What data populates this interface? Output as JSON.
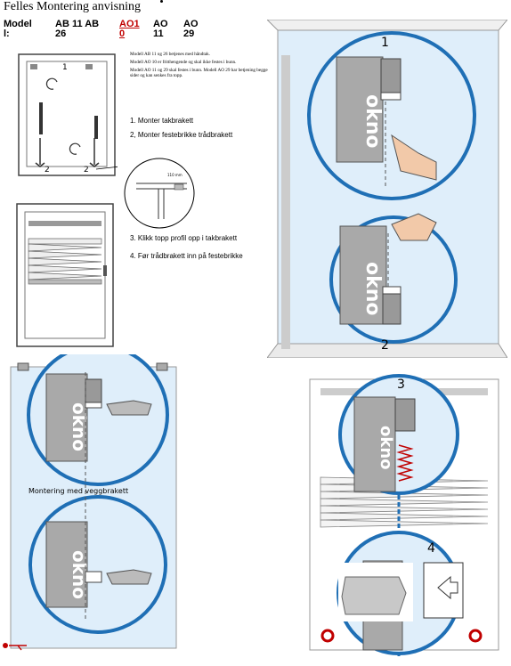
{
  "title": "Felles Montering anvisning",
  "models": {
    "label_line1": "Model",
    "label_line2": "l:",
    "ab_top": "AB 11 AB",
    "ab_bottom": "26",
    "ao1_top": "AO1",
    "ao1_bottom": "0",
    "ao11_top": "AO",
    "ao11_bottom": "11",
    "ao29_top": "AO",
    "ao29_bottom": "29"
  },
  "notes": [
    "Modell AB 11 og 26 betjenes med håndtak.",
    "Modell AO 10 er fritthengende og skal ikke festes i bunn.",
    "Modell AO 11 og 29 skal festes i bunn. Modell AO 29 har betjening begge sider og kan senkes fra topp."
  ],
  "steps": {
    "s1": "1. Monter takbrakett",
    "s2": "2, Monter festebrikke trådbrakett",
    "s3": "3. Klikk topp profil opp i takbrakett",
    "s4": "4. Før trådbrakett inn på festebrikke"
  },
  "diagram_labels": {
    "n1": "1",
    "n2a": "2",
    "n2b": "2",
    "big1": "1",
    "big2": "2",
    "big3": "3",
    "big4": "4",
    "okno": "okno",
    "wall_mount": "Montering med veggbrakett",
    "detail_measure": "110 mm"
  },
  "colors": {
    "accent_red": "#c00000",
    "circle_blue": "#1f6fb5",
    "glass": "#dfeefa",
    "profile_grey": "#a9a9a9"
  }
}
